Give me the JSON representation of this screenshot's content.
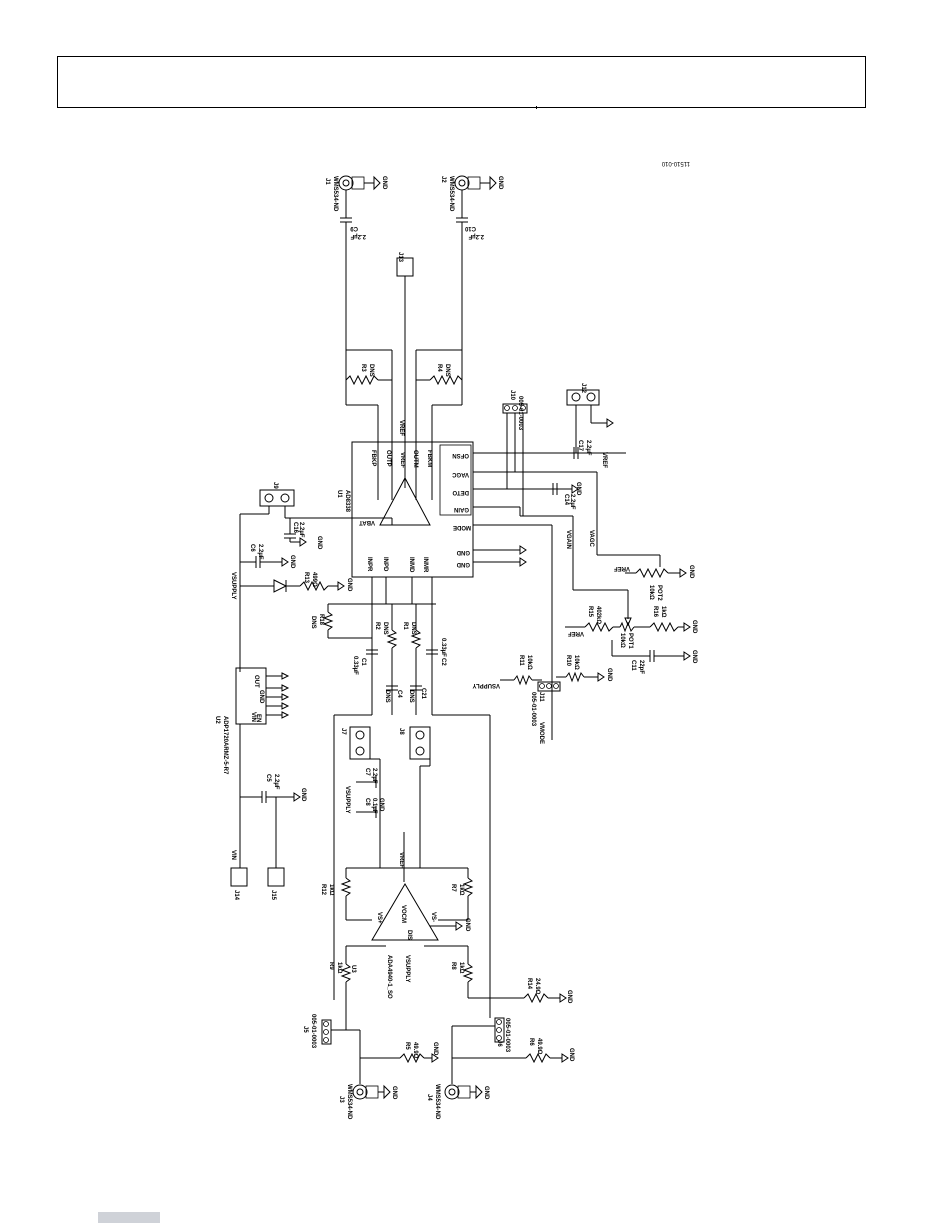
{
  "figure_id": "11510-010",
  "chips": {
    "u1": {
      "ref": "U1",
      "part": "AD8338",
      "left_pins": [
        "INPR",
        "INPD",
        "INMD",
        "INMR"
      ],
      "top_pins": [
        "FBKP",
        "OUTP",
        "VREF",
        "OUTM",
        "FBKM"
      ],
      "right_pins": [
        "OFSN",
        "VAGC",
        "DETO",
        "GAIN",
        "MODE",
        "GND",
        "GND"
      ],
      "bottom_pins": [
        "VBAT"
      ]
    },
    "u2": {
      "ref": "U2",
      "part": "ADP1720ARMZ-5-R7",
      "pins": [
        "VIN",
        "EN",
        "OUT",
        "GND"
      ]
    },
    "u3": {
      "ref": "U3",
      "part": "ADA4940-1_SO",
      "pins": [
        "VS+",
        "VS-",
        "VOCM",
        "DIS",
        "VSUPPLY"
      ]
    }
  },
  "connectors": {
    "j1": {
      "ref": "J1",
      "part": "WMS534-ND"
    },
    "j2": {
      "ref": "J2",
      "part": "WMS534-ND"
    },
    "j3": {
      "ref": "J3",
      "part": "WMS534-ND"
    },
    "j4": {
      "ref": "J4",
      "part": "WMS534-ND"
    },
    "j5": {
      "ref": "J5",
      "part": "005-01-0003"
    },
    "j6": {
      "ref": "J6",
      "part": "005-01-0003"
    },
    "j7": "J7",
    "j8": "J8",
    "j9": "J9",
    "j10": {
      "ref": "J10",
      "part": "005-01-0003"
    },
    "j11": {
      "ref": "J11",
      "part": "005-01-0003"
    },
    "j12": "J12",
    "j13": "J13",
    "j14": "J14",
    "j15": "J15"
  },
  "components": {
    "c1": {
      "ref": "C1",
      "value": "0.33µF"
    },
    "c2": {
      "ref": "C2",
      "value": "0.33µF"
    },
    "c3": {
      "ref": "C3",
      "value": "2.2µF"
    },
    "c4": {
      "ref": "C4",
      "value": "DNS"
    },
    "c5": {
      "ref": "C5",
      "value": "2.2µF"
    },
    "c6": {
      "ref": "C6",
      "value": "2.2µF"
    },
    "c7": {
      "ref": "C7",
      "value": "2.2µF"
    },
    "c8": {
      "ref": "C8",
      "value": "0.1µF"
    },
    "c9": {
      "ref": "C9",
      "value": "2.2µF"
    },
    "c10": {
      "ref": "C10",
      "value": "2.2µF"
    },
    "c11": {
      "ref": "C11",
      "value": "22pF"
    },
    "c14": {
      "ref": "C14",
      "value": "2.2µF"
    },
    "c16": {
      "ref": "C16",
      "value": "2.2µF"
    },
    "c17": {
      "ref": "C17",
      "value": "2.2µF"
    },
    "c21": {
      "ref": "C21",
      "value": "DNS"
    },
    "r1": {
      "ref": "R1",
      "value": "DNS"
    },
    "r2": {
      "ref": "R2",
      "value": "DNS"
    },
    "r3": {
      "ref": "R3",
      "value": "DNS"
    },
    "r4": {
      "ref": "R4",
      "value": "DNS"
    },
    "r5": {
      "ref": "R5",
      "value": "49.9Ω"
    },
    "r6": {
      "ref": "R6",
      "value": "49.9Ω"
    },
    "r7": {
      "ref": "R7",
      "value": "1kΩ"
    },
    "r8": {
      "ref": "R8",
      "value": "1kΩ"
    },
    "r9": {
      "ref": "R9",
      "value": "1kΩ"
    },
    "r10": {
      "ref": "R10",
      "value": "10kΩ"
    },
    "r11": {
      "ref": "R11",
      "value": "10kΩ"
    },
    "r12": {
      "ref": "R12",
      "value": "1kΩ"
    },
    "r13": {
      "ref": "R13",
      "value": "499Ω"
    },
    "r14": {
      "ref": "R14",
      "value": "24.9Ω"
    },
    "r15": {
      "ref": "R15",
      "value": "402kΩ"
    },
    "r16": {
      "ref": "R16",
      "value": "1kΩ"
    },
    "r18": {
      "ref": "R18",
      "value": "DNS"
    },
    "pot1": {
      "ref": "POT1",
      "value": "10kΩ"
    },
    "pot2": {
      "ref": "POT2",
      "value": "10kΩ"
    }
  },
  "nets": {
    "gnd": "GND",
    "vref": "VREF",
    "vsupply": "VSUPPLY",
    "vin": "VIN",
    "vgain": "VGAIN",
    "vagc": "VAGC",
    "vmode": "VMODE",
    "vbat": "VBAT"
  }
}
